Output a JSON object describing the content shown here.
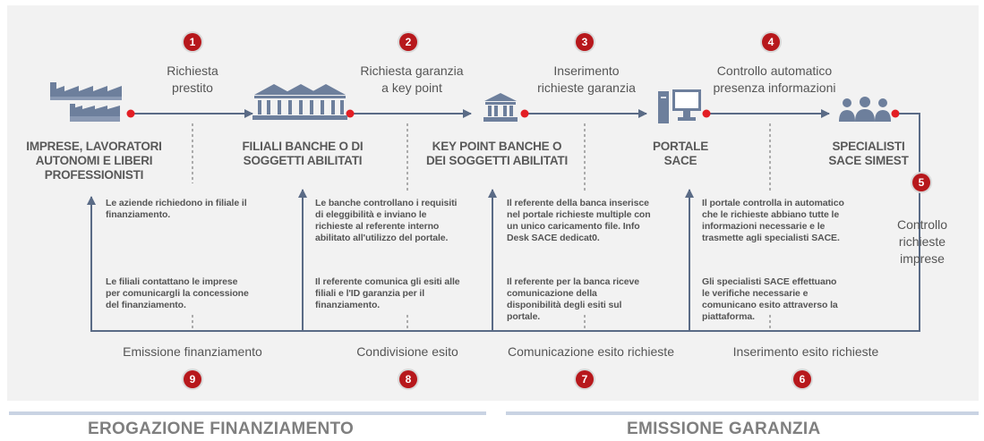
{
  "badges": [
    "1",
    "2",
    "3",
    "4",
    "5",
    "6",
    "7",
    "8",
    "9"
  ],
  "steps": {
    "s1": [
      "Richiesta",
      "prestito"
    ],
    "s2": [
      "Richiesta  garanzia",
      "a key point"
    ],
    "s3": [
      "Inserimento",
      "richieste garanzia"
    ],
    "s4": [
      "Controllo automatico",
      "presenza informazioni"
    ],
    "s5": [
      "Controllo",
      "richieste",
      "imprese"
    ],
    "s6": "Inserimento  esito richieste",
    "s7": "Comunicazione  esito richieste",
    "s8": "Condivisione  esito",
    "s9": "Emissione   finanziamento"
  },
  "entities": {
    "imprese": [
      "IMPRESE, LAVORATORI",
      "AUTONOMI E LIBERI",
      "PROFESSIONISTI"
    ],
    "filiali": [
      "FILIALI BANCHE O DI",
      "SOGGETTI ABILITATI"
    ],
    "keypoint": [
      "KEY POINT BANCHE O",
      "DEI SOGGETTI ABILITATI"
    ],
    "portale": [
      "PORTALE",
      "SACE"
    ],
    "specialisti": [
      "SPECIALISTI",
      "SACE SIMEST"
    ]
  },
  "notes": {
    "n1": [
      "Le aziende richiedono in filiale il",
      "finanziamento."
    ],
    "n2": [
      "Le banche controllano i requisiti",
      "di eleggibilità e inviano le",
      "richieste al referente interno",
      "abilitato all'utilizzo del portale."
    ],
    "n3": [
      "Il referente della banca inserisce",
      "nel portale richieste multiple con",
      "un unico caricamento file. Info",
      "Desk SACE dedicat0."
    ],
    "n4": [
      "Il portale controlla in automatico",
      "che le richieste abbiano tutte le",
      "informazioni necessarie e le",
      "trasmette agli specialisti   SACE."
    ],
    "n5": [
      "Le filiali contattano le imprese",
      "per comunicargli  la concessione",
      "del finanziamento."
    ],
    "n6": [
      "Il referente comunica gli esiti alle",
      "filiali e l'ID garanzia per il",
      "finanziamento."
    ],
    "n7": [
      "Il referente per la banca riceve",
      "comunicazione della",
      "disponibilità degli esiti sul",
      "portale."
    ],
    "n8": [
      "Gli specialisti SACE effettuano",
      "le verifiche necessarie e",
      "comunicano esito attraverso la",
      "piattaforma."
    ]
  },
  "footer": {
    "left": "EROGAZIONE FINANZIAMENTO",
    "right": "EMISSIONE GARANZIA"
  },
  "colors": {
    "badge": "#b7181c",
    "line": "#5a6b86",
    "icon": "#6d7f9c",
    "footer_bar": "#c9d3e3"
  },
  "icons": [
    "factory-icon",
    "bank-branches-icon",
    "bank-icon",
    "computer-icon",
    "people-icon"
  ]
}
